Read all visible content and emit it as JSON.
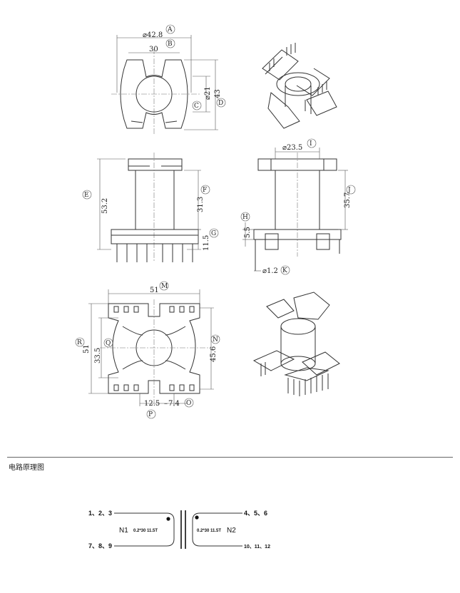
{
  "drawing": {
    "top_view": {
      "dim_a": "⌀42.8",
      "label_a": "A",
      "dim_b": "30",
      "label_b": "B",
      "dim_c": "⌀21",
      "label_c": "C",
      "dim_d": "43",
      "label_d": "D"
    },
    "front_view": {
      "dim_e": "53.2",
      "label_e": "E",
      "dim_f": "31.3",
      "label_f": "F",
      "dim_g": "11.5",
      "label_g": "G"
    },
    "side_view": {
      "dim_i": "⌀23.5",
      "label_i": "I",
      "dim_j": "35.7",
      "label_j": "J",
      "dim_h": "5.5",
      "label_h": "H",
      "dim_k": "⌀1.2",
      "label_k": "K"
    },
    "bottom_view": {
      "dim_m": "51",
      "label_m": "M",
      "dim_r": "51",
      "label_r": "R",
      "dim_q": "33.5",
      "label_q": "Q",
      "dim_n": "45.6",
      "label_n": "N",
      "dim_p": "12.5",
      "label_p": "P",
      "dim_o": "7.4",
      "label_o": "O"
    }
  },
  "schematic": {
    "section_title": "电路原理图",
    "left_top_pins": "1、2、3",
    "left_bottom_pins": "7、8、9",
    "right_top_pins": "4、5、6",
    "right_bottom_pins": "10、11、12",
    "winding1_name": "N1",
    "winding1_spec": "0.2*30 11.5T",
    "winding2_name": "N2",
    "winding2_spec": "0.2*30 11.5T"
  }
}
